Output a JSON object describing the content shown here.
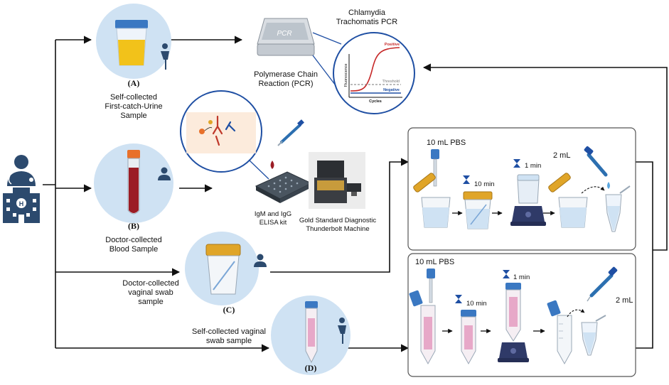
{
  "colors": {
    "circle_bg": "#cfe2f3",
    "icon_navy": "#2c4a6e",
    "arrow": "#111111",
    "urine_yellow": "#f2c21a",
    "cap_blue": "#3a78c2",
    "cap_gold": "#e0a528",
    "blood_red": "#9b1c25",
    "pcr_positive": "#c62828",
    "pcr_negative": "#1f4fa3",
    "box_border": "#555555"
  },
  "icons": [
    "doctor-icon",
    "hospital-icon",
    "patient-icon",
    "doctor-badge-icon",
    "pipette-icon",
    "hourglass-icon",
    "vortex-mixer-icon",
    "pcr-machine-icon",
    "elisa-plate-icon",
    "blood-drop-icon"
  ],
  "samples": {
    "a": {
      "letter": "(A)",
      "line1": "Self-collected",
      "line2": "First-catch-Urine",
      "line3": "Sample"
    },
    "b": {
      "letter": "(B)",
      "line1": "Doctor-collected",
      "line2": "Blood Sample"
    },
    "c": {
      "letter": "(C)",
      "line1": "Doctor-collected",
      "line2": "vaginal swab",
      "line3": "sample"
    },
    "d": {
      "letter": "(D)",
      "line1": "Self-collected vaginal",
      "line2": "swab sample"
    }
  },
  "pcr": {
    "title1": "Chlamydia",
    "title2": "Trachomatis PCR",
    "machine_label": "PCR",
    "caption1": "Polymerase Chain",
    "caption2": "Reaction (PCR)",
    "graph": {
      "positive": "Positive",
      "threshold": "Threshold",
      "negative": "Negative",
      "ylabel": "Fluorescence",
      "xlabel": "Cycles"
    }
  },
  "elisa": {
    "kit1": "IgM and IgG",
    "kit2": "ELISA kit",
    "machine1": "Gold Standard Diagnostic",
    "machine2": "Thunderbolt Machine"
  },
  "process_top": {
    "pbs": "10 mL PBS",
    "time1": "10 min",
    "time2": "1 min",
    "volume": "2 mL"
  },
  "process_bottom": {
    "pbs": "10 mL PBS",
    "time1": "10 min",
    "time2": "1 min",
    "volume": "2 mL"
  }
}
